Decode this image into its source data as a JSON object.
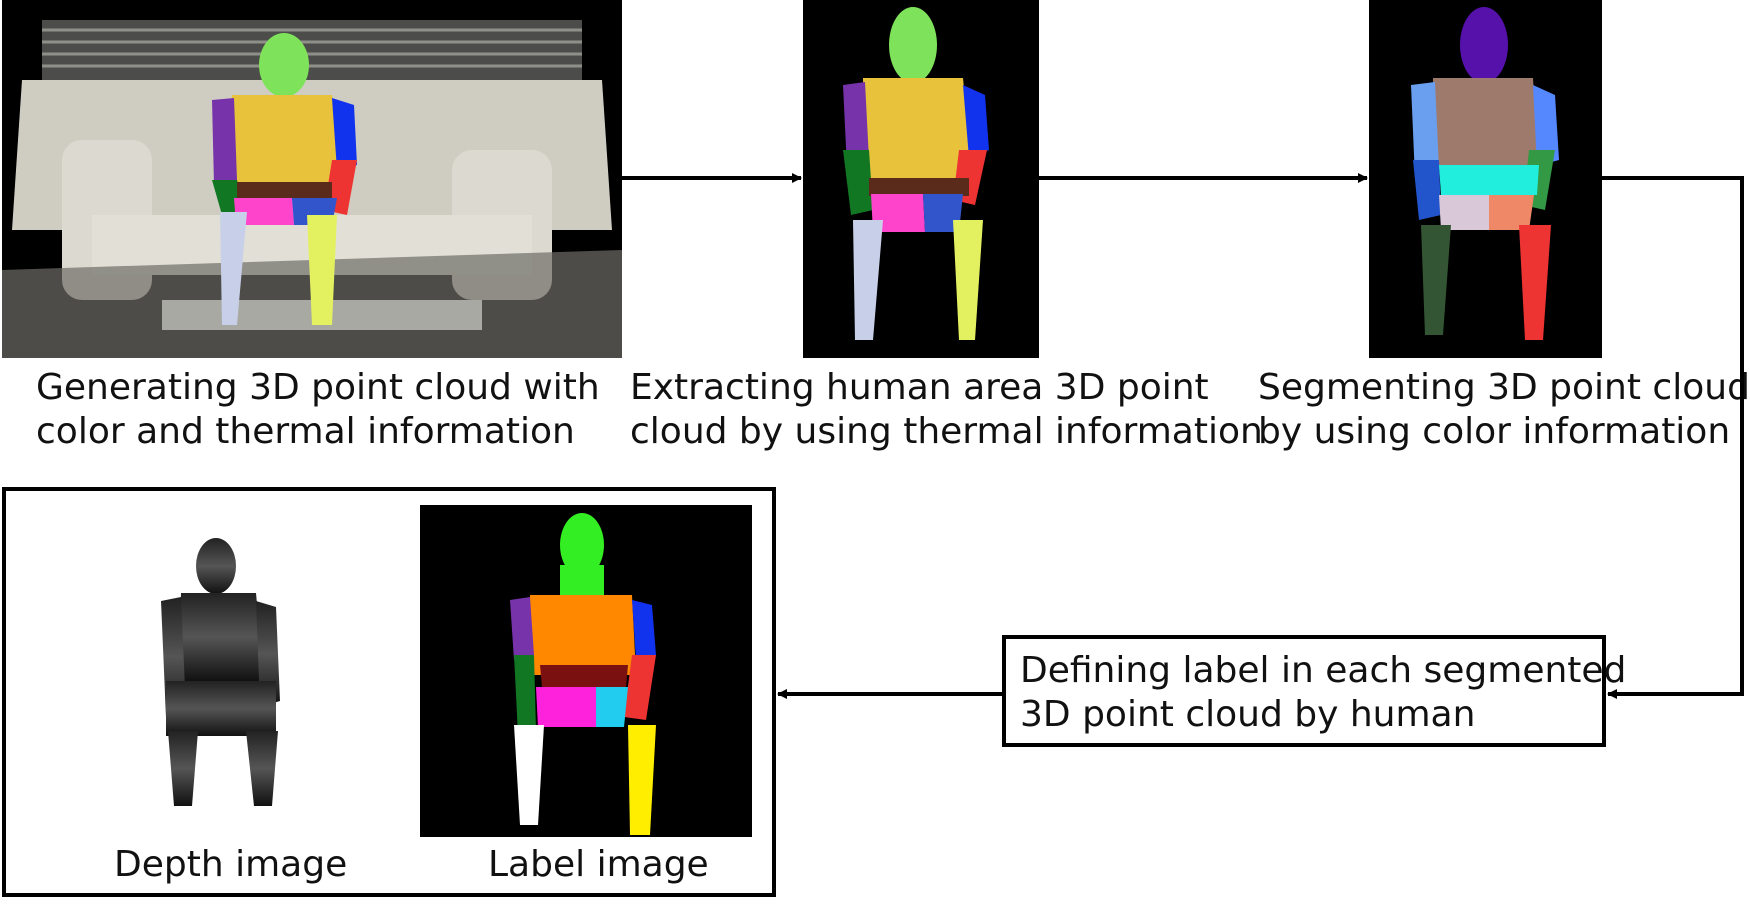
{
  "steps": {
    "step1": {
      "line1": "Generating 3D point cloud with",
      "line2": "color and thermal information"
    },
    "step2": {
      "line1": "Extracting human area 3D point",
      "line2": "cloud by using thermal information"
    },
    "step3": {
      "line1": "Segmenting 3D point cloud",
      "line2": "by using color information"
    },
    "step4": {
      "line1": "Defining label in each segmented",
      "line2": "3D point cloud by human"
    }
  },
  "output": {
    "depth_label": "Depth image",
    "label_label": "Label image"
  },
  "colors": {
    "head": "#33ee22",
    "torso": "#ff8800",
    "left_upper_arm": "#7733aa",
    "right_upper_arm": "#1133ee",
    "left_forearm": "#117722",
    "right_forearm": "#ee3333",
    "belt": "#7a1010",
    "left_thigh": "#ff22dd",
    "right_thigh": "#22ccee",
    "left_shin": "#ffffff",
    "right_shin": "#ffee00",
    "shirt_yellow": "#e8c23a",
    "sofa": "#d9d7cc"
  }
}
